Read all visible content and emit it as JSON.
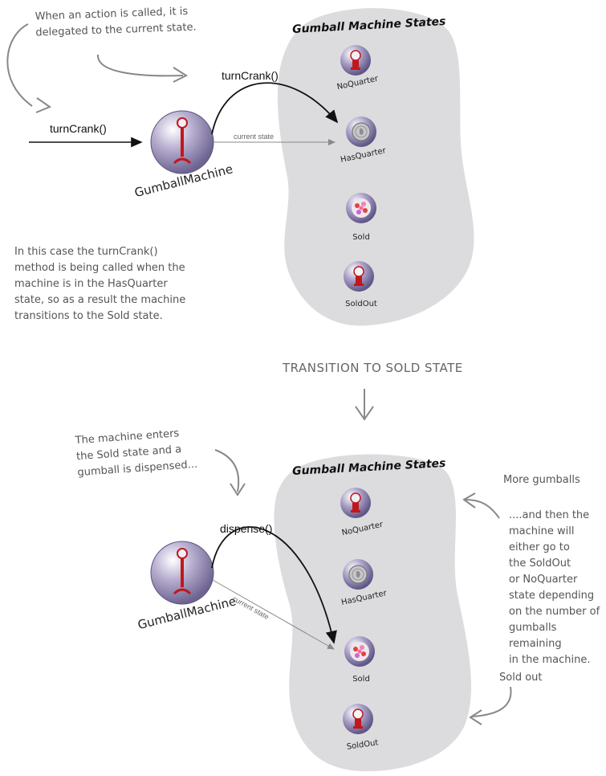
{
  "notes": {
    "delegation": "When an action is called, it is\ndelegated to the current state.",
    "case_explanation": "In this case the turnCrank()\nmethod is being called when the\nmachine is in the HasQuarter\nstate, so as a result  the machine\ntransitions to the Sold state.",
    "sold_entered": "The machine enters\nthe Sold state and a\ngumball is dispensed...",
    "more_gumballs": "More gumballs",
    "then_either": "....and then the\nmachine will\neither go to\nthe SoldOut\nor NoQuarter\nstate depending\non the number of\ngumballs remaining\nin the machine.",
    "sold_out": "Sold out"
  },
  "transition_label": "TRANSITION TO SOLD STATE",
  "top": {
    "states_title": "Gumball Machine States",
    "action_in": "turnCrank()",
    "action_call": "turnCrank()",
    "current_state_label": "current state",
    "machine_label": "GumballMachine",
    "states": [
      "NoQuarter",
      "HasQuarter",
      "Sold",
      "SoldOut"
    ],
    "current_state": "HasQuarter"
  },
  "bottom": {
    "states_title": "Gumball Machine States",
    "action_call": "dispense()",
    "current_state_label": "current state",
    "machine_label": "GumballMachine",
    "states": [
      "NoQuarter",
      "HasQuarter",
      "Sold",
      "SoldOut"
    ],
    "current_state": "Sold"
  },
  "colors": {
    "blob": "#dcdcde",
    "machine_sphere": "#9b8fb6",
    "state_sphere": "#8a7fae",
    "gumball_red": "#c0181c",
    "arrow": "#111111",
    "thin_arrow": "#888888",
    "hand_arrow": "#888888"
  },
  "icons": [
    "gumball-machine-icon",
    "quarter-coin-icon",
    "gumballs-icon",
    "empty-machine-icon"
  ]
}
